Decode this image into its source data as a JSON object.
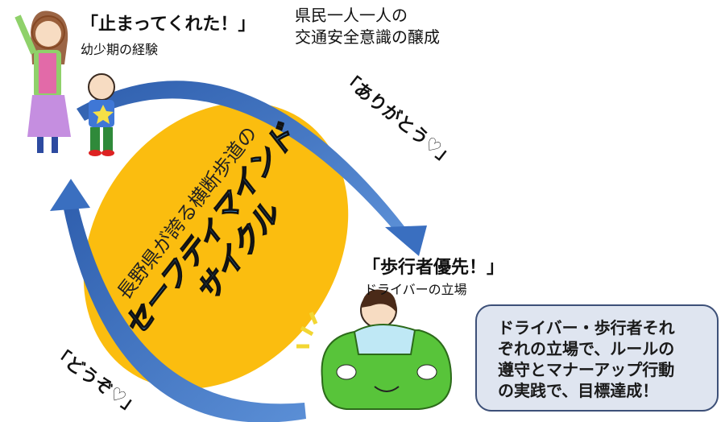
{
  "header": {
    "line1": "県民一人一人の",
    "line2": "交通安全意識の醸成"
  },
  "child_stage": {
    "quote": "「止まってくれた！」",
    "caption": "幼少期の経験"
  },
  "thanks": {
    "quote": "「ありがとう♡」"
  },
  "driver_stage": {
    "quote": "「歩行者優先！」",
    "caption": "ドライバーの立場"
  },
  "please": {
    "quote": "「どうぞ♡」"
  },
  "center": {
    "line1": "長野県が誇る横断歩道の",
    "line2": "セーフティマインド",
    "line3": "サイクル"
  },
  "summary_box": {
    "lines": [
      "ドライバー・歩行者それ",
      "ぞれの立場で、ルールの",
      "遵守とマナーアップ行動",
      "の実践で、目標達成！"
    ]
  },
  "colors": {
    "ellipse": "#fbbd0f",
    "arrow": "#3a6fc0",
    "box_bg": "#dfe5f0",
    "car": "#58c43a"
  }
}
